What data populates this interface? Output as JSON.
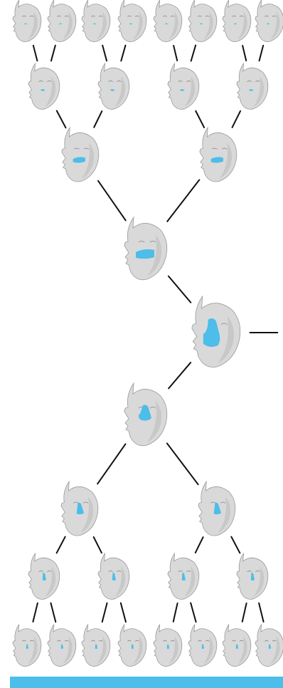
{
  "colors": {
    "face_fill": "#d9d9d9",
    "face_stroke": "#9a9a9a",
    "face_shadow": "#bdbdbd",
    "highlight": "#4dbde9",
    "edge": "#111111",
    "bottom_bar": "#4dbde9"
  },
  "diagram": {
    "description_type": "hierarchical face-segment tree",
    "node_icon": "face-3d-icon",
    "root": "n-mid",
    "nodes": [
      {
        "id": "t1",
        "region": "lip-spot"
      },
      {
        "id": "t2",
        "region": "lip-spot"
      },
      {
        "id": "t3",
        "region": "lip-spot"
      },
      {
        "id": "t4",
        "region": "lip-spot"
      },
      {
        "id": "t5",
        "region": "lip-spot"
      },
      {
        "id": "t6",
        "region": "lip-spot"
      },
      {
        "id": "t7",
        "region": "lip-spot"
      },
      {
        "id": "t8",
        "region": "lip-spot"
      },
      {
        "id": "t9",
        "region": "lip-small"
      },
      {
        "id": "t10",
        "region": "lip-small"
      },
      {
        "id": "t11",
        "region": "lip-small"
      },
      {
        "id": "t12",
        "region": "lip-small"
      },
      {
        "id": "t13",
        "region": "mouth"
      },
      {
        "id": "t14",
        "region": "mouth"
      },
      {
        "id": "t15",
        "region": "mouth-wide"
      },
      {
        "id": "n-mid",
        "region": "nose-mouth"
      },
      {
        "id": "b1",
        "region": "nose"
      },
      {
        "id": "b2",
        "region": "nose-half"
      },
      {
        "id": "b3",
        "region": "nose-half"
      },
      {
        "id": "b4",
        "region": "nose-part"
      },
      {
        "id": "b5",
        "region": "nose-part"
      },
      {
        "id": "b6",
        "region": "nose-part"
      },
      {
        "id": "b7",
        "region": "nose-part"
      },
      {
        "id": "l1",
        "region": "nose-spot"
      },
      {
        "id": "l2",
        "region": "nose-spot"
      },
      {
        "id": "l3",
        "region": "nose-spot"
      },
      {
        "id": "l4",
        "region": "nose-spot"
      },
      {
        "id": "l5",
        "region": "nose-spot"
      },
      {
        "id": "l6",
        "region": "nose-spot"
      },
      {
        "id": "l7",
        "region": "nose-spot"
      },
      {
        "id": "l8",
        "region": "nose-spot"
      }
    ],
    "edges": [
      [
        "t9",
        "t1"
      ],
      [
        "t9",
        "t2"
      ],
      [
        "t10",
        "t3"
      ],
      [
        "t10",
        "t4"
      ],
      [
        "t11",
        "t5"
      ],
      [
        "t11",
        "t6"
      ],
      [
        "t12",
        "t7"
      ],
      [
        "t12",
        "t8"
      ],
      [
        "t13",
        "t9"
      ],
      [
        "t13",
        "t10"
      ],
      [
        "t14",
        "t11"
      ],
      [
        "t14",
        "t12"
      ],
      [
        "t15",
        "t13"
      ],
      [
        "t15",
        "t14"
      ],
      [
        "n-mid",
        "t15"
      ],
      [
        "n-mid",
        "b1"
      ],
      [
        "b1",
        "b2"
      ],
      [
        "b1",
        "b3"
      ],
      [
        "b2",
        "b4"
      ],
      [
        "b2",
        "b5"
      ],
      [
        "b3",
        "b6"
      ],
      [
        "b3",
        "b7"
      ],
      [
        "b4",
        "l1"
      ],
      [
        "b4",
        "l2"
      ],
      [
        "b5",
        "l3"
      ],
      [
        "b5",
        "l4"
      ],
      [
        "b6",
        "l5"
      ],
      [
        "b6",
        "l6"
      ],
      [
        "b7",
        "l7"
      ],
      [
        "b7",
        "l8"
      ]
    ],
    "outgoing_edge_from": "n-mid"
  }
}
